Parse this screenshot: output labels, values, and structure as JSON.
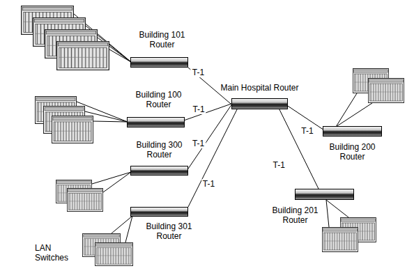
{
  "diagram": {
    "nodes": [
      {
        "text": [
          "Building 101 Router"
        ]
      },
      {
        "text": [
          "Building 100 Router"
        ]
      },
      {
        "text": [
          "Main Hospital Router"
        ]
      },
      {
        "text": [
          "Building 300 Router"
        ]
      },
      {
        "text": [
          "Building 301 Router"
        ]
      },
      {
        "text": [
          "Building 200 Router"
        ]
      },
      {
        "text": [
          "Building 201 Router"
        ]
      }
    ],
    "edges": [
      {
        "from": 0,
        "to": 2,
        "label": "T-1",
        "arrow": "none"
      },
      {
        "from": 1,
        "to": 2,
        "label": "T-1",
        "arrow": "none"
      },
      {
        "from": 3,
        "to": 2,
        "label": "T-1",
        "arrow": "none"
      },
      {
        "from": 4,
        "to": 2,
        "label": "T-1",
        "arrow": "none"
      },
      {
        "from": 5,
        "to": 2,
        "label": "T-1",
        "arrow": "none"
      },
      {
        "from": 6,
        "to": 2,
        "label": "T-1",
        "arrow": "none"
      }
    ],
    "labels": [
      "LAN Switches"
    ]
  }
}
